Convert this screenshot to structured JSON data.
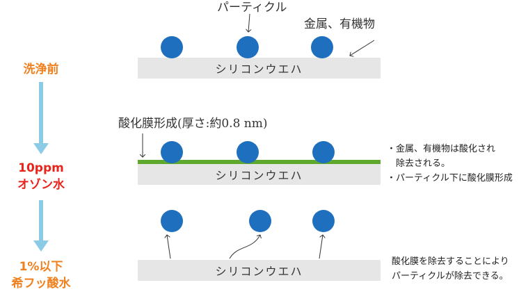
{
  "steps": {
    "step1": "洗浄前",
    "step2_line1": "10ppm",
    "step2_line2": "オゾン水",
    "step3_line1": "1%以下",
    "step3_line2": "希フッ酸水"
  },
  "colors": {
    "step1": "#f07f1e",
    "step2": "#e8251d",
    "step3": "#f07f1e",
    "flow_arrow": "#8ccbe6",
    "particle": "#1f6fbf",
    "oxide": "#5fa82e",
    "wafer": "#e6e6e6"
  },
  "wafer_label": "シリコンウエハ",
  "labels": {
    "particle": "パーティクル",
    "metal_organic": "金属、有機物",
    "oxide_film": "酸化膜形成(厚さ:約0.8 nm)"
  },
  "notes": {
    "step2": [
      "・金属、有機物は酸化され",
      "　除去される。",
      "・パーティクル下に酸化膜形成"
    ],
    "step3": [
      "酸化膜を除去することにより",
      "パーティクルが除去できる。"
    ]
  }
}
